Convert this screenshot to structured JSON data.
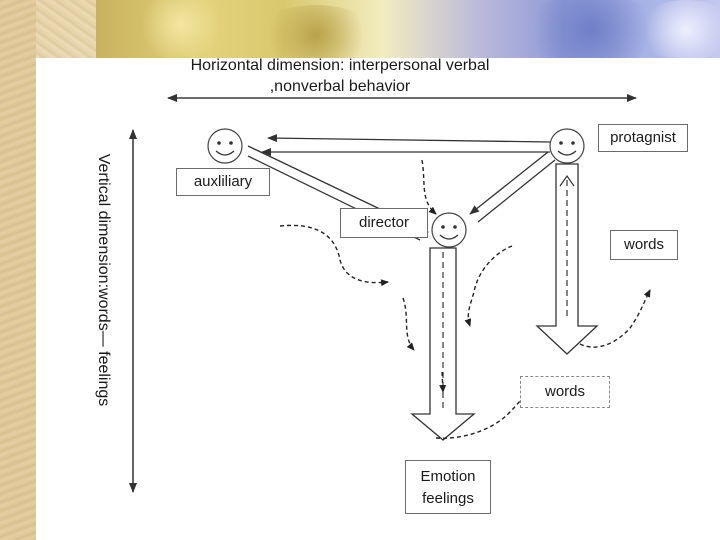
{
  "title": {
    "line1": "Horizontal dimension: interpersonal verbal",
    "line2": ",nonverbal behavior"
  },
  "vertical_label": "Vertical dimension:words— feelings",
  "nodes": {
    "protagonist": "protagnist",
    "auxiliary": "auxliliary",
    "director": "director",
    "words_right": "words",
    "words_center": "words",
    "emotion": {
      "line1": "Emotion",
      "line2": "feelings"
    }
  },
  "icons": [
    "smiley-face-icon",
    "smiley-face-icon",
    "smiley-face-icon"
  ],
  "colors": {
    "line": "#333333",
    "panel": "#ffffff",
    "background": "#e6d2a6"
  }
}
